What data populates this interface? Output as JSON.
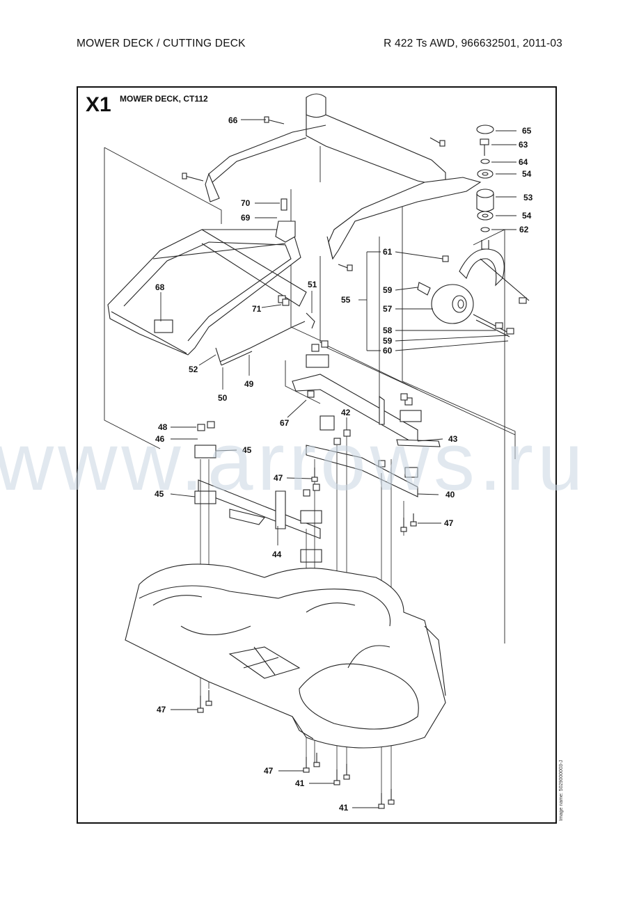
{
  "header": {
    "left": "MOWER DECK / CUTTING DECK",
    "right": "R 422 Ts AWD, 966632501, 2011-03"
  },
  "section": {
    "id": "X1",
    "title": "MOWER DECK, CT112"
  },
  "image_name": "Image name: 5029000003-J",
  "watermark": "www.arrows.ru",
  "part_labels": {
    "p66": "66",
    "p65": "65",
    "p63": "63",
    "p64": "64",
    "p54a": "54",
    "p53": "53",
    "p54b": "54",
    "p62": "62",
    "p70": "70",
    "p69": "69",
    "p68": "68",
    "p71": "71",
    "p51": "51",
    "p61": "61",
    "p55": "55",
    "p59a": "59",
    "p57": "57",
    "p58": "58",
    "p59b": "59",
    "p60": "60",
    "p52": "52",
    "p49": "49",
    "p50": "50",
    "p67": "67",
    "p42": "42",
    "p43": "43",
    "p48": "48",
    "p46": "46",
    "p45a": "45",
    "p47a": "47",
    "p40": "40",
    "p45b": "45",
    "p47b": "47",
    "p44": "44",
    "p47c": "47",
    "p47d": "47",
    "p41a": "41",
    "p41b": "41"
  }
}
